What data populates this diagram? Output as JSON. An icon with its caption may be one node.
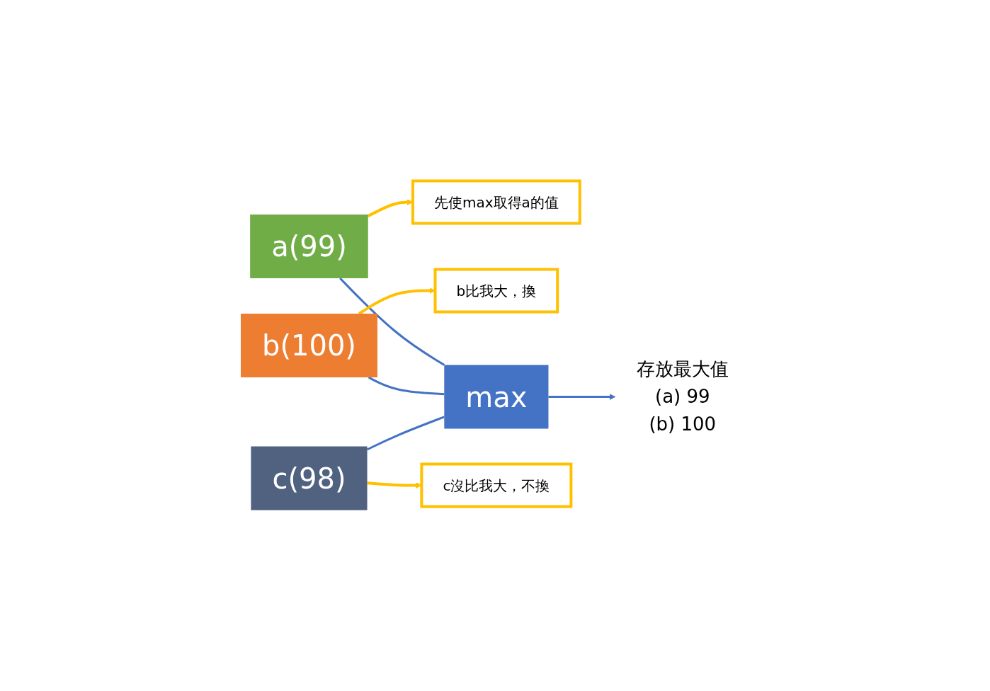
{
  "diagram": {
    "nodes": [
      {
        "text": [
          "a(99)"
        ]
      },
      {
        "text": [
          "先使max取得a的值"
        ]
      },
      {
        "text": [
          "b(100)"
        ]
      },
      {
        "text": [
          "b比我大，換"
        ]
      },
      {
        "text": [
          "max"
        ]
      },
      {
        "text": [
          "c(98)"
        ]
      },
      {
        "text": [
          "c沒比我大，不換"
        ]
      },
      {
        "text": [
          "存放最大值",
          "(a) 99",
          "(b) 100"
        ]
      }
    ],
    "edges": [
      {
        "from": 0,
        "to": 1,
        "arrow": "to",
        "color": "#ffc000"
      },
      {
        "from": 0,
        "to": 4,
        "arrow": "none"
      },
      {
        "from": 2,
        "to": 3,
        "arrow": "to",
        "color": "#ffc000"
      },
      {
        "from": 2,
        "to": 4,
        "arrow": "none"
      },
      {
        "from": 5,
        "to": 6,
        "arrow": "to",
        "color": "#ffc000"
      },
      {
        "from": 5,
        "to": 4,
        "arrow": "none"
      },
      {
        "from": 4,
        "to": 7,
        "arrow": "to"
      }
    ]
  }
}
